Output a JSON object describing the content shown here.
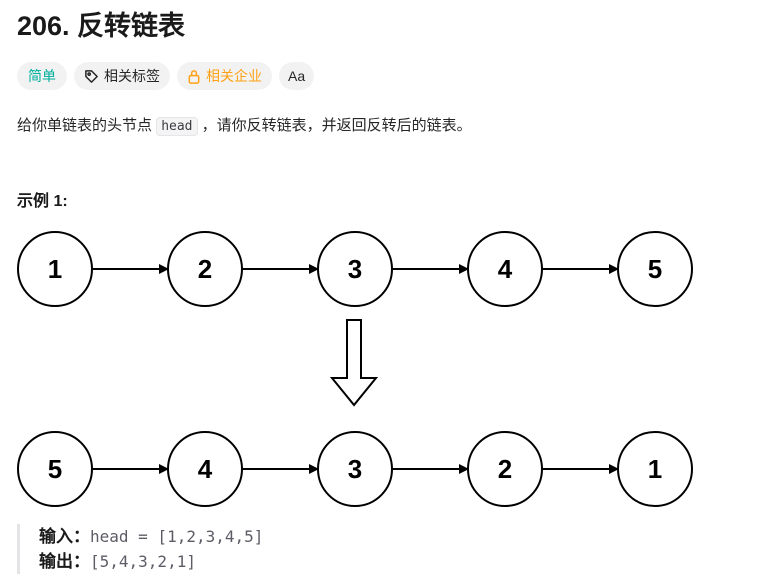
{
  "problem": {
    "title": "206. 反转链表"
  },
  "tags": {
    "difficulty": "简单",
    "topics": "相关标签",
    "companies": "相关企业",
    "translate": "Aa"
  },
  "description": {
    "before": "给你单链表的头节点",
    "code": "head",
    "after": "，请你反转链表，并返回反转后的链表。"
  },
  "example": {
    "title": "示例 1:",
    "diagram": {
      "top_row": [
        "1",
        "2",
        "3",
        "4",
        "5"
      ],
      "bottom_row": [
        "5",
        "4",
        "3",
        "2",
        "1"
      ]
    },
    "input_label": "输入：",
    "input_value": "head = [1,2,3,4,5]",
    "output_label": "输出：",
    "output_value": "[5,4,3,2,1]"
  },
  "colors": {
    "easy": "#00af9b",
    "company": "#ffa116"
  },
  "icons": {
    "topics": "tag-icon",
    "companies": "lock-icon",
    "translate": "translate-icon"
  }
}
